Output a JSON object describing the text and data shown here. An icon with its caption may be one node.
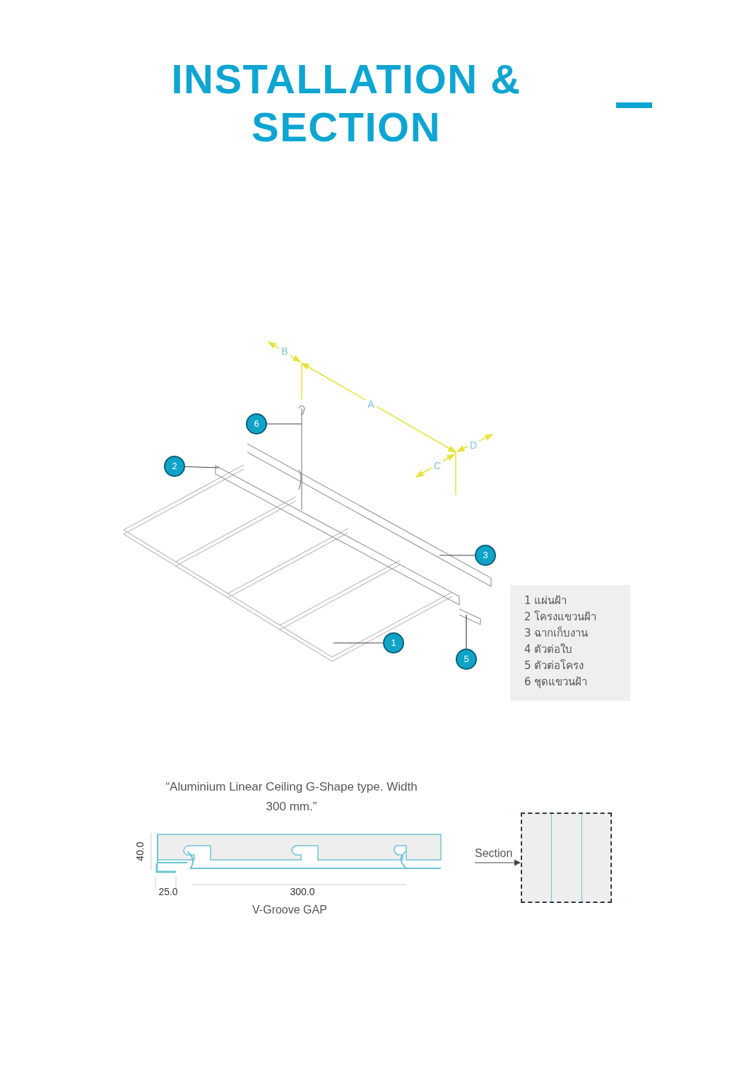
{
  "diagram": {
    "title": "INSTALLATION & SECTION",
    "nodes": [
      {
        "text": [
          "6"
        ]
      },
      {
        "text": [
          "2"
        ]
      },
      {
        "text": [
          "3"
        ]
      },
      {
        "text": [
          "1"
        ]
      },
      {
        "text": [
          "5"
        ]
      },
      {
        "text": [
          "1 แผ่นฝ้า",
          "2 โครงแขวนฝ้า",
          "3 ฉากเก็บงาน",
          "4 ตัวต่อใบ",
          "5 ตัวต่อโครง",
          "6 ชุดแขวนฝ้า"
        ]
      },
      {
        "text": [
          "Section"
        ]
      },
      {
        "text": [],
        "shape": "box"
      }
    ],
    "edges": [
      {
        "from": 0,
        "to": null,
        "arrow": "none"
      },
      {
        "from": 1,
        "to": null,
        "arrow": "none"
      },
      {
        "from": 2,
        "to": null,
        "arrow": "none"
      },
      {
        "from": 3,
        "to": null,
        "arrow": "none"
      },
      {
        "from": 4,
        "to": null,
        "arrow": "none"
      },
      {
        "from": 6,
        "to": 7,
        "arrow": "to"
      }
    ],
    "labels": [
      "B",
      "A",
      "D",
      "C",
      "“Aluminium Linear Ceiling G-Shape type. Width 300 mm.”",
      "40.0",
      "25.0",
      "300.0",
      "V-Groove GAP"
    ]
  }
}
